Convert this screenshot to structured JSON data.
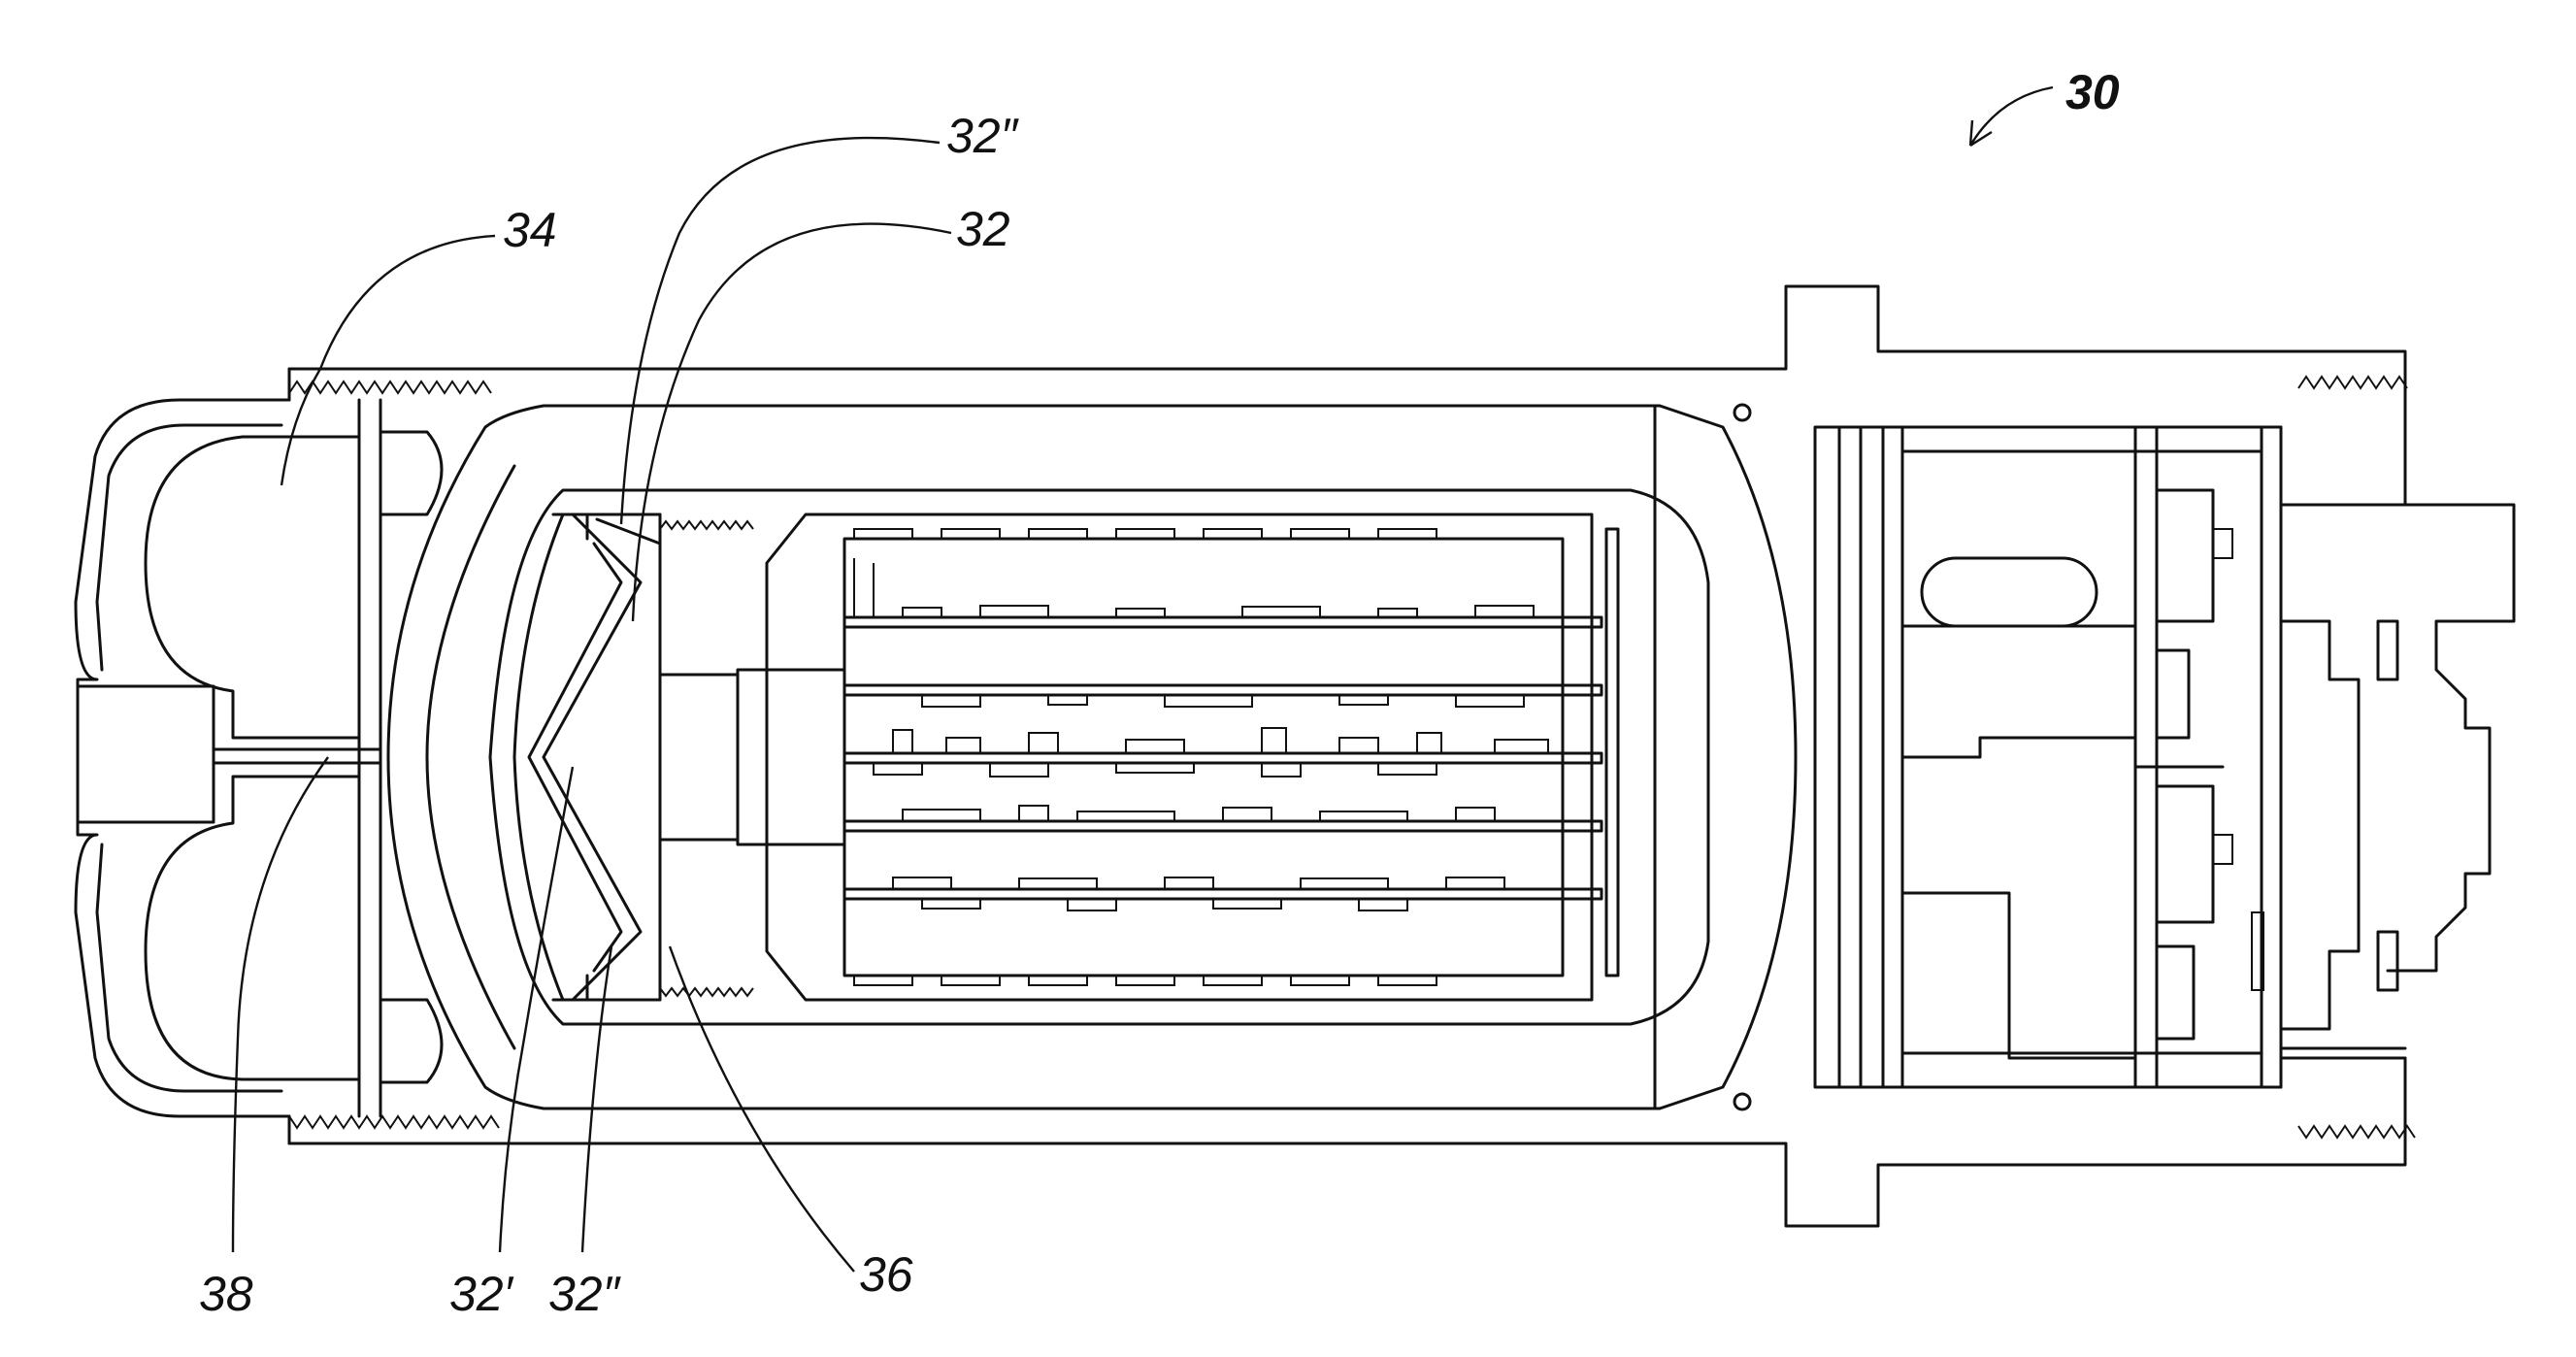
{
  "labels": {
    "ref_30": "30",
    "ref_32_top": "32″",
    "ref_32": "32",
    "ref_34": "34",
    "ref_38": "38",
    "ref_32_prime": "32′",
    "ref_32_bottom": "32″",
    "ref_36": "36"
  }
}
